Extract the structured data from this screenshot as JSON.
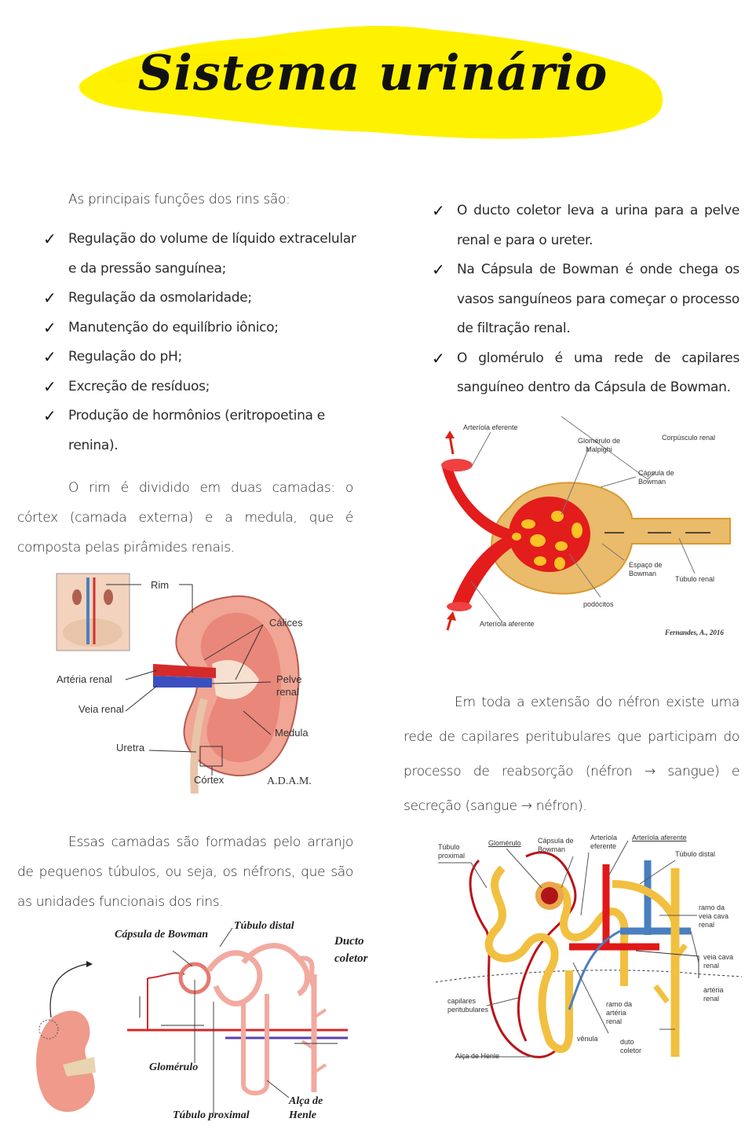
{
  "title": "Sistema urinário",
  "colors": {
    "highlight": "#fff200",
    "text": "#2b2b2b",
    "blood_red": "#e0141b",
    "tubule_yellow": "#f2c040",
    "capsule_tan": "#e9bb6a",
    "vein_blue": "#4a7fc0",
    "kidney_pink": "#ef9a8a"
  },
  "left_column": {
    "functions_intro": "As principais funções dos rins são:",
    "functions": [
      "Regulação do volume de líquido extracelular e da pressão sanguínea;",
      "Regulação da osmolaridade;",
      "Manutenção do equilíbrio iônico;",
      "Regulação do pH;",
      "Excreção de resíduos;",
      "Produção de hormônios (eritropoetina e renina)."
    ],
    "layers_paragraph": "O rim é dividido em duas camadas: o córtex (camada externa) e a medula, que é composta pelas pirâmides renais.",
    "kidney_figure": {
      "labels": {
        "rim": "Rim",
        "calices": "Cálices",
        "arteria_renal": "Artéria renal",
        "pelve_renal": "Pelve renal",
        "veia_renal": "Veia renal",
        "medula": "Medula",
        "uretra": "Uretra",
        "cortex": "Córtex"
      },
      "credit": "A.D.A.M."
    },
    "nephron_paragraph": "Essas camadas são formadas pelo arranjo de pequenos túbulos, ou seja, os néfrons, que são as unidades funcionais dos rins.",
    "nephron_figure": {
      "labels": {
        "capsula": "Cápsula de Bowman",
        "tubulo_distal": "Túbulo distal",
        "ducto_coletor": "Ducto coletor",
        "glomerulo": "Glomérulo",
        "alca_henle": "Alça de Henle",
        "tubulo_proximal": "Túbulo proximal"
      }
    }
  },
  "right_column": {
    "bullets": [
      "O ducto coletor leva a urina para a pelve renal e para o ureter.",
      "Na Cápsula de Bowman é onde chega os vasos sanguíneos para começar o processo de filtração renal.",
      "O glomérulo é uma rede de capilares sanguíneo dentro da Cápsula de Bowman."
    ],
    "corpuscle_figure": {
      "labels": {
        "arteriola_eferente": "Arteríola eferente",
        "glomerulo_malpighi": "Glomérulo de Malpighi",
        "corpusculo_renal": "Corpúsculo renal",
        "capsula_bowman": "Cápsula de Bowman",
        "espaco_bowman": "Espaço de Bowman",
        "tubulo_renal": "Túbulo renal",
        "podocitos": "podócitos",
        "arteriola_aferente": "Arteríola aferente"
      },
      "credit": "Fernandes, A., 2016"
    },
    "capillaries_paragraph": "Em toda a extensão do néfron existe uma rede de capilares peritubulares que participam do processo de reabsorção (néfron → sangue) e secreção (sangue → néfron).",
    "capillary_figure": {
      "labels": {
        "tubulo_proximal": "Túbulo proximal",
        "glomerulo": "Glomérulo",
        "capsula_bowman": "Cápsula de Bowman",
        "arteriola_eferente": "Arteríola eferente",
        "arteriola_aferente": "Arteríola aferente",
        "tubulo_distal": "Túbulo distal",
        "ramo_veia_cava": "ramo da veia cava renal",
        "veia_cava_renal": "veia cava renal",
        "arteria_renal": "artéria renal",
        "capilares_peritubulares": "capilares peritubulares",
        "ramo_arteria_renal": "ramo da artéria renal",
        "venula": "vênula",
        "duto_coletor": "duto coletor",
        "alca_henle": "Alça de Henle"
      }
    }
  }
}
